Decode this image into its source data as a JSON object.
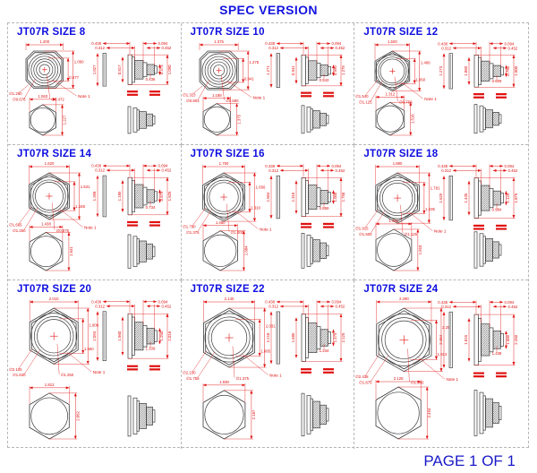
{
  "header": {
    "title": "SPEC VERSION"
  },
  "footer": {
    "page_label": "PAGE 1 OF 1"
  },
  "colors": {
    "dimension_red": "#e01010",
    "outline_gray": "#3c3c3c",
    "title_blue": "#0d0de0"
  },
  "shared": {
    "note_label": "Note 1",
    "side_top": [
      "0.438",
      "0.312",
      "0.094",
      "0.452"
    ]
  },
  "panels": [
    {
      "size": "8",
      "title": "JT07R SIZE 8",
      "front": {
        "width": "1.200",
        "height": "1.060",
        "inner_height": "0.677",
        "flange_dia": "∅1.260",
        "mid_dia": "∅0.678",
        "pilot_dia": "∅0.472"
      },
      "side": {
        "gasket_height": "1.027",
        "body_height": "0.817",
        "thread_len": "0.473",
        "pilot_len": "0.436",
        "overall_height": "1.090"
      },
      "hex": {
        "width": "1.063",
        "height": "1.227"
      }
    },
    {
      "size": "10",
      "title": "JT07R SIZE 10",
      "front": {
        "width": "1.375",
        "height": "1.275",
        "inner_height": "0.941",
        "flange_dia": "∅1.313",
        "mid_dia": "∅0.803",
        "pilot_dia": "∅0.590"
      },
      "side": {
        "gasket_height": "1.271",
        "body_height": "0.941",
        "thread_len": "0.590",
        "pilot_len": "0.543",
        "overall_height": "1.275"
      },
      "hex": {
        "width": "1.188",
        "height": "1.375"
      }
    },
    {
      "size": "12",
      "title": "JT07R SIZE 12",
      "front": {
        "width": "1.500",
        "height": "1.406",
        "inner_height": "1.060",
        "flange_dia": "∅1.540",
        "mid_dia": "∅1.125",
        "pilot_dia": "∅0.750"
      },
      "side": {
        "gasket_height": "1.273",
        "body_height": "1.060",
        "thread_len": "0.750",
        "pilot_len": "0.609",
        "overall_height": "1.500"
      },
      "hex": {
        "width": "1.312",
        "height": "1.516"
      }
    },
    {
      "size": "14",
      "title": "JT07R SIZE 14",
      "front": {
        "width": "1.620",
        "height": "1.531",
        "inner_height": "1.185",
        "flange_dia": "∅1.665",
        "mid_dia": "∅1.250",
        "pilot_dia": "∅0.875"
      },
      "side": {
        "gasket_height": "1.398",
        "body_height": "1.185",
        "thread_len": "0.875",
        "pilot_len": "0.734",
        "overall_height": "1.625"
      },
      "hex": {
        "width": "1.438",
        "height": "1.641"
      }
    },
    {
      "size": "16",
      "title": "JT07R SIZE 16",
      "front": {
        "width": "1.750",
        "height": "1.656",
        "inner_height": "1.310",
        "flange_dia": "∅1.790",
        "mid_dia": "∅1.375",
        "pilot_dia": "∅1.000"
      },
      "side": {
        "gasket_height": "1.504",
        "body_height": "1.310",
        "thread_len": "1.000",
        "pilot_len": "0.859",
        "overall_height": "1.750"
      },
      "hex": {
        "width": "1.480",
        "height": "1.684"
      }
    },
    {
      "size": "18",
      "title": "JT07R SIZE 18",
      "front": {
        "width": "1.880",
        "height": "1.781",
        "inner_height": "1.435",
        "flange_dia": "∅1.915",
        "mid_dia": "∅1.500",
        "pilot_dia": "∅1.125"
      },
      "side": {
        "gasket_height": "1.629",
        "body_height": "1.435",
        "thread_len": "1.125",
        "pilot_len": "0.984",
        "overall_height": "1.875"
      },
      "hex": {
        "width": "1.562",
        "height": "1.810"
      }
    },
    {
      "size": "20",
      "title": "JT07R SIZE 20",
      "front": {
        "width": "2.010",
        "height": "1.906",
        "inner_height": "1.560",
        "flange_dia": "∅2.105",
        "mid_dia": "∅1.630",
        "pilot_dia": "∅1.250"
      },
      "side": {
        "gasket_height": "2.093",
        "body_height": "1.560",
        "thread_len": "1.250",
        "pilot_len": "1.109",
        "overall_height": "2.016"
      },
      "hex": {
        "width": "1.812",
        "height": "2.062"
      }
    },
    {
      "size": "22",
      "title": "JT07R SIZE 22",
      "front": {
        "width": "2.140",
        "height": "2.031",
        "inner_height": "1.685",
        "flange_dia": "∅2.230",
        "mid_dia": "∅1.755",
        "pilot_dia": "∅1.375"
      },
      "side": {
        "gasket_height": "2.218",
        "body_height": "1.685",
        "thread_len": "1.375",
        "pilot_len": "1.234",
        "overall_height": "2.125"
      },
      "hex": {
        "width": "1.938",
        "height": "2.187"
      }
    },
    {
      "size": "24",
      "title": "JT07R SIZE 24",
      "front": {
        "width": "2.290",
        "height": "2.250",
        "inner_height": "1.813",
        "flange_dia": "∅2.438",
        "mid_dia": "∅1.875",
        "pilot_dia": "∅1.500"
      },
      "side": {
        "gasket_height": "2.464",
        "body_height": "1.816",
        "thread_len": "1.500",
        "pilot_len": "1.438",
        "overall_height": "2.250"
      },
      "hex": {
        "width": "2.125",
        "height": "2.494"
      }
    }
  ]
}
